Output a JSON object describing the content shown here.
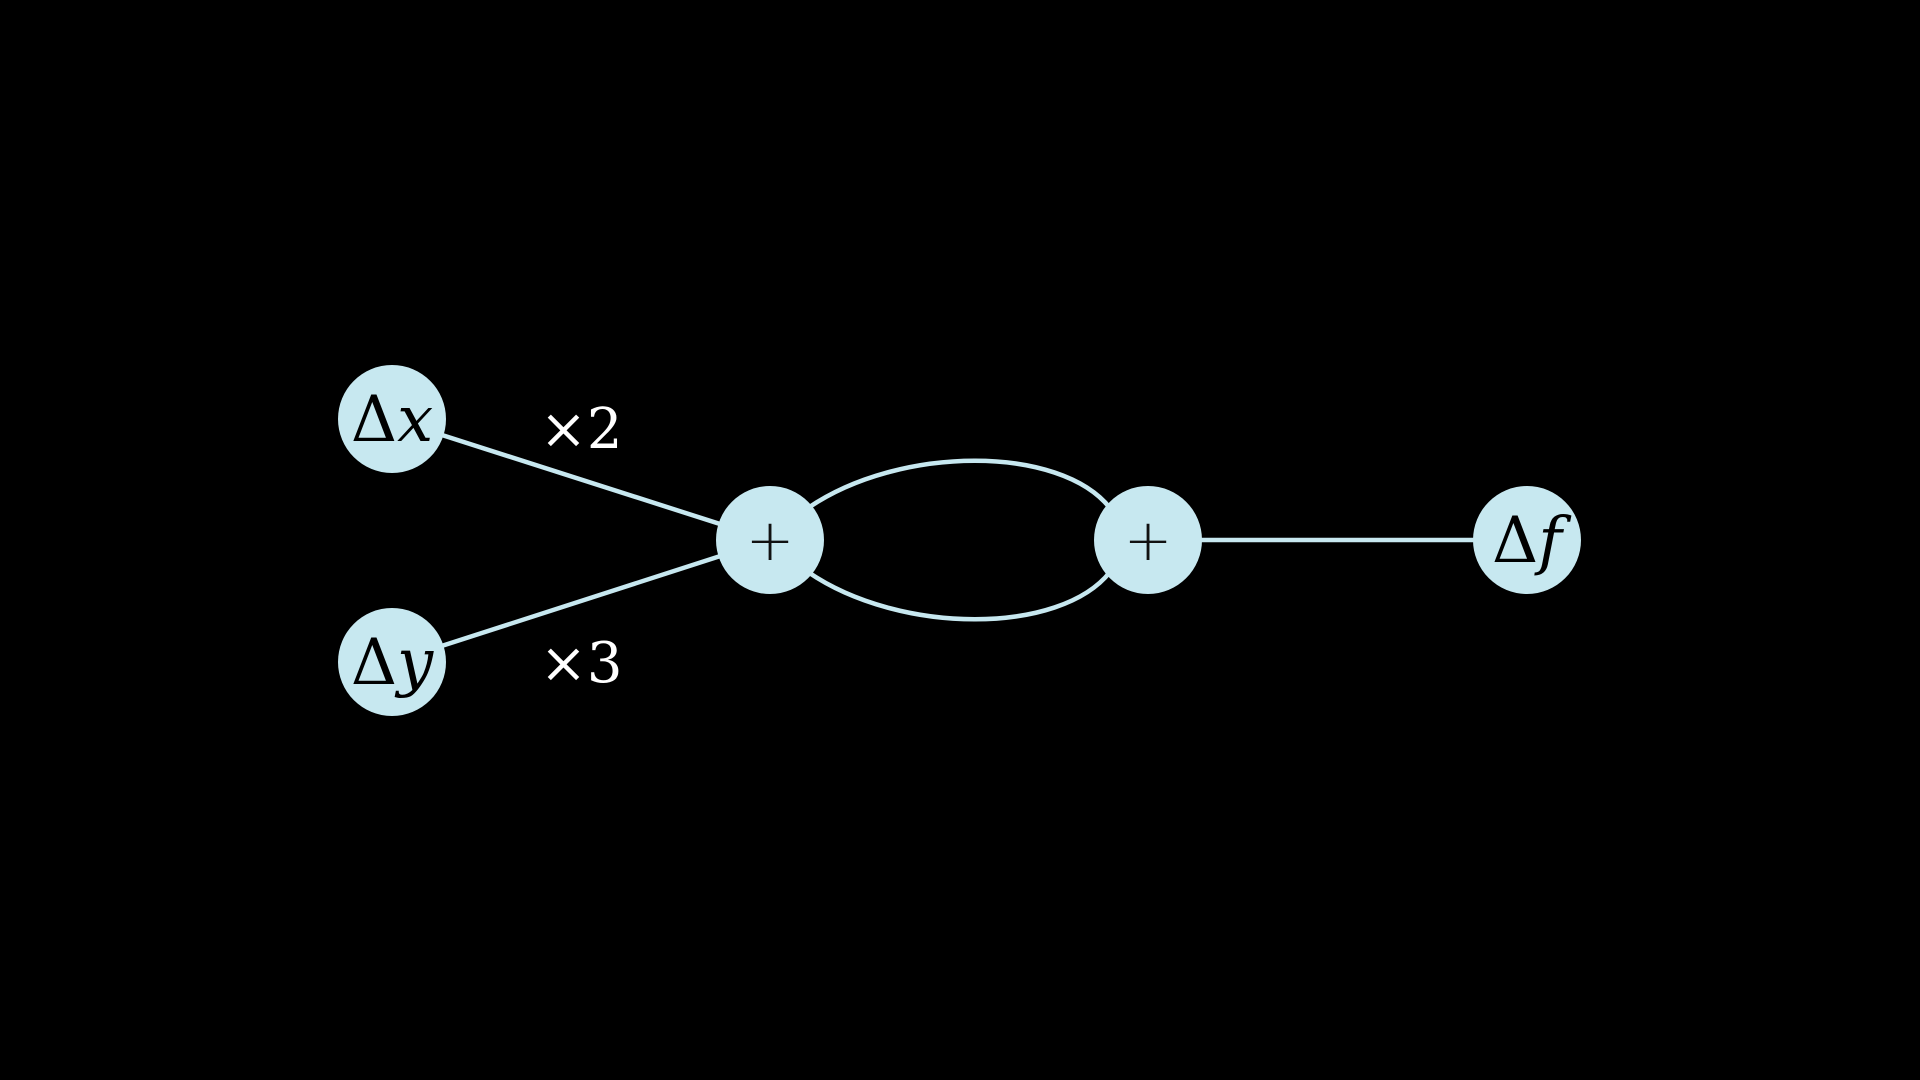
{
  "diagram": {
    "background": "#000000",
    "node_color": "#c7e8f0",
    "edge_color": "#c7e8f0",
    "nodes": [
      {
        "id": "dx",
        "symbol": "Δ",
        "var": "x"
      },
      {
        "id": "dy",
        "symbol": "Δ",
        "var": "y"
      },
      {
        "id": "plus1",
        "label": "+"
      },
      {
        "id": "plus2",
        "label": "+"
      },
      {
        "id": "df",
        "symbol": "Δ",
        "var": "f"
      }
    ],
    "edges": [
      {
        "from": "dx",
        "to": "plus1",
        "label": "×2"
      },
      {
        "from": "dy",
        "to": "plus1",
        "label": "×3"
      },
      {
        "from": "plus1",
        "to": "plus2",
        "label": ""
      },
      {
        "from": "plus1",
        "to": "plus2",
        "label": ""
      },
      {
        "from": "plus2",
        "to": "df",
        "label": ""
      }
    ]
  }
}
